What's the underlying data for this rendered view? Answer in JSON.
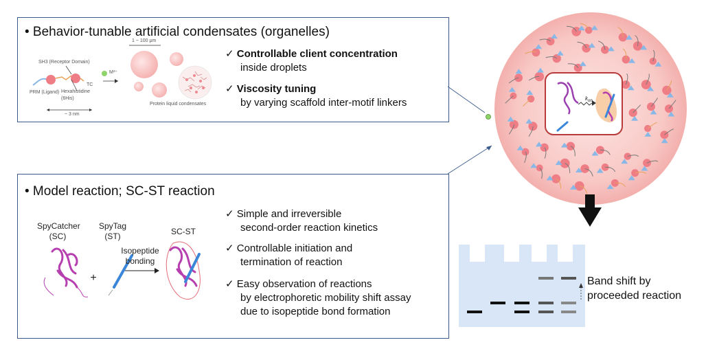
{
  "panel1": {
    "title": "• Behavior-tunable artificial condensates (organelles)",
    "items": [
      {
        "check": "✓",
        "bold": "Controllable client concentration",
        "sub": "inside droplets"
      },
      {
        "check": "✓",
        "bold": "Viscosity tuning",
        "sub": "by varying scaffold inter-motif linkers"
      }
    ],
    "figure": {
      "sh3": "SH3 (Receptor Domain)",
      "prm": "PRM (Ligand)",
      "his": "Hexahistidine",
      "his2": "(6His)",
      "size": "~ 3 nm",
      "tc": "TC",
      "metal": "M²⁺",
      "range": "1 ~ 100 μm",
      "condensates": "Protein liquid condensates"
    }
  },
  "panel2": {
    "title": "• Model reaction; SC-ST reaction",
    "sc": [
      "SpyCatcher",
      "(SC)"
    ],
    "st": [
      "SpyTag",
      "(ST)"
    ],
    "plus": "+",
    "bond": [
      "Isopeptide",
      "bonding"
    ],
    "product": "SC-ST",
    "items": [
      {
        "check": "✓",
        "line1": "Simple and irreversible",
        "line2": "second-order reaction kinetics"
      },
      {
        "check": "✓",
        "line1": "Controllable initiation and",
        "line2": "termination of reaction"
      },
      {
        "check": "✓",
        "line1": "Easy observation of reactions",
        "line2": "by electrophoretic mobility shift assay",
        "line3": "due to isopeptide bond formation"
      }
    ]
  },
  "droplet": {
    "kon": "k_on"
  },
  "gel": {
    "annotation": [
      "Band shift by",
      "proceeded reaction"
    ]
  },
  "colors": {
    "panel_border": "#3a5a8c",
    "droplet_fill": "#f8c9c6",
    "scaffold_pink": "#ee7d86",
    "scaffold_blue": "#8ab8e6",
    "gel_fill": "#d8e6f7",
    "inner_box_border": "#b83a3a"
  },
  "icons": [
    "condensate-droplet",
    "down-arrow",
    "gel-bands",
    "protein-ribbon"
  ]
}
